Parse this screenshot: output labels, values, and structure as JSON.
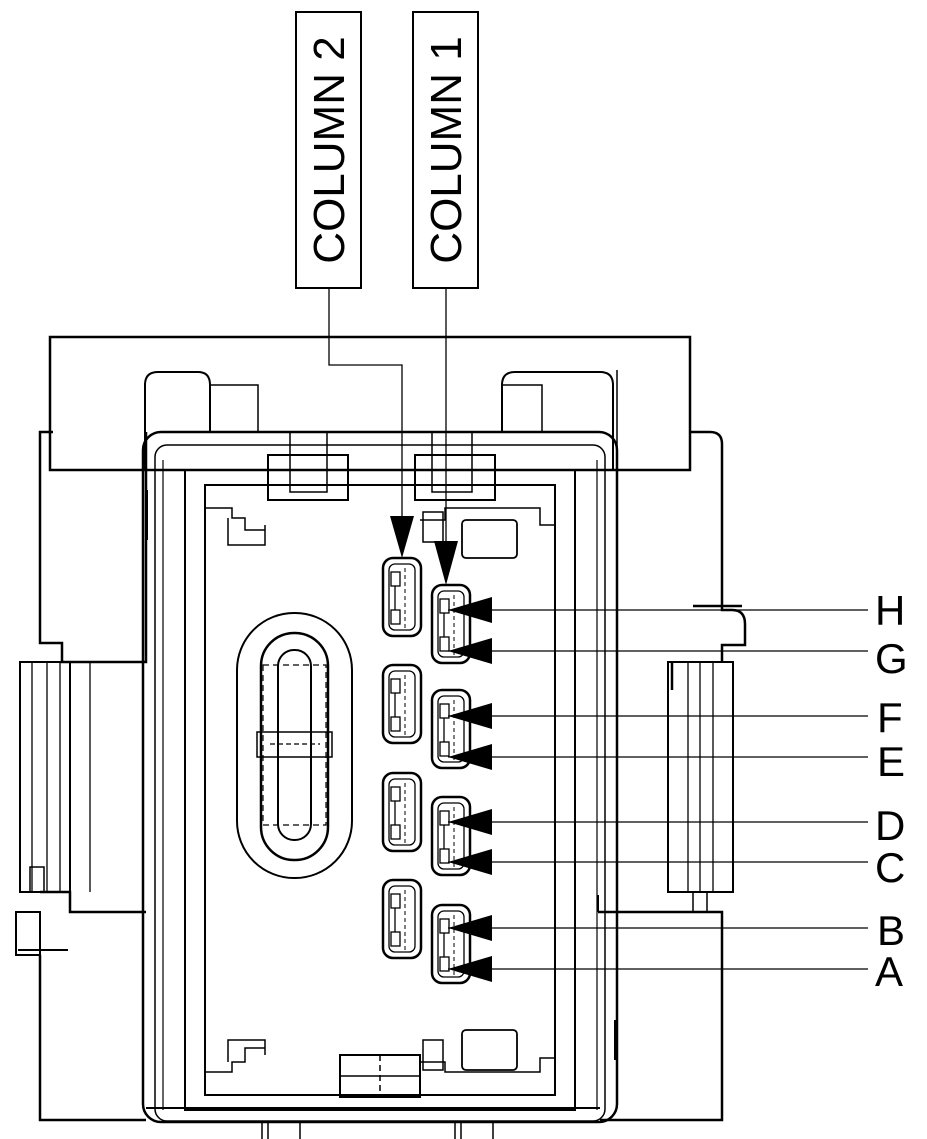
{
  "columns": [
    {
      "label": "COLUMN 2"
    },
    {
      "label": "COLUMN 1"
    }
  ],
  "pins": [
    {
      "label": "H"
    },
    {
      "label": "G"
    },
    {
      "label": "F"
    },
    {
      "label": "E"
    },
    {
      "label": "D"
    },
    {
      "label": "C"
    },
    {
      "label": "B"
    },
    {
      "label": "A"
    }
  ],
  "colors": {
    "line": "#000000",
    "background": "#ffffff"
  }
}
